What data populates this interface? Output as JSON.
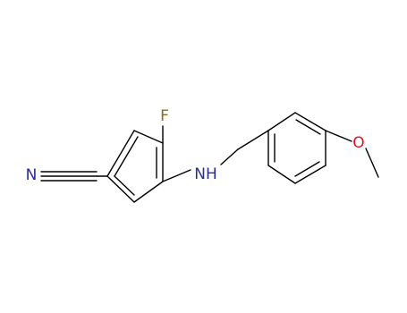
{
  "structure": {
    "atoms": {
      "nitrile_nitrogen": {
        "symbol": "N",
        "color": "#2c2c94"
      },
      "fluorine": {
        "symbol": "F",
        "color": "#8a6a1e"
      },
      "amine": {
        "symbol": "NH",
        "color": "#2c2c94"
      },
      "ether_oxygen": {
        "symbol": "O",
        "color": "#e0141c"
      }
    },
    "bond_color": "#000000"
  }
}
